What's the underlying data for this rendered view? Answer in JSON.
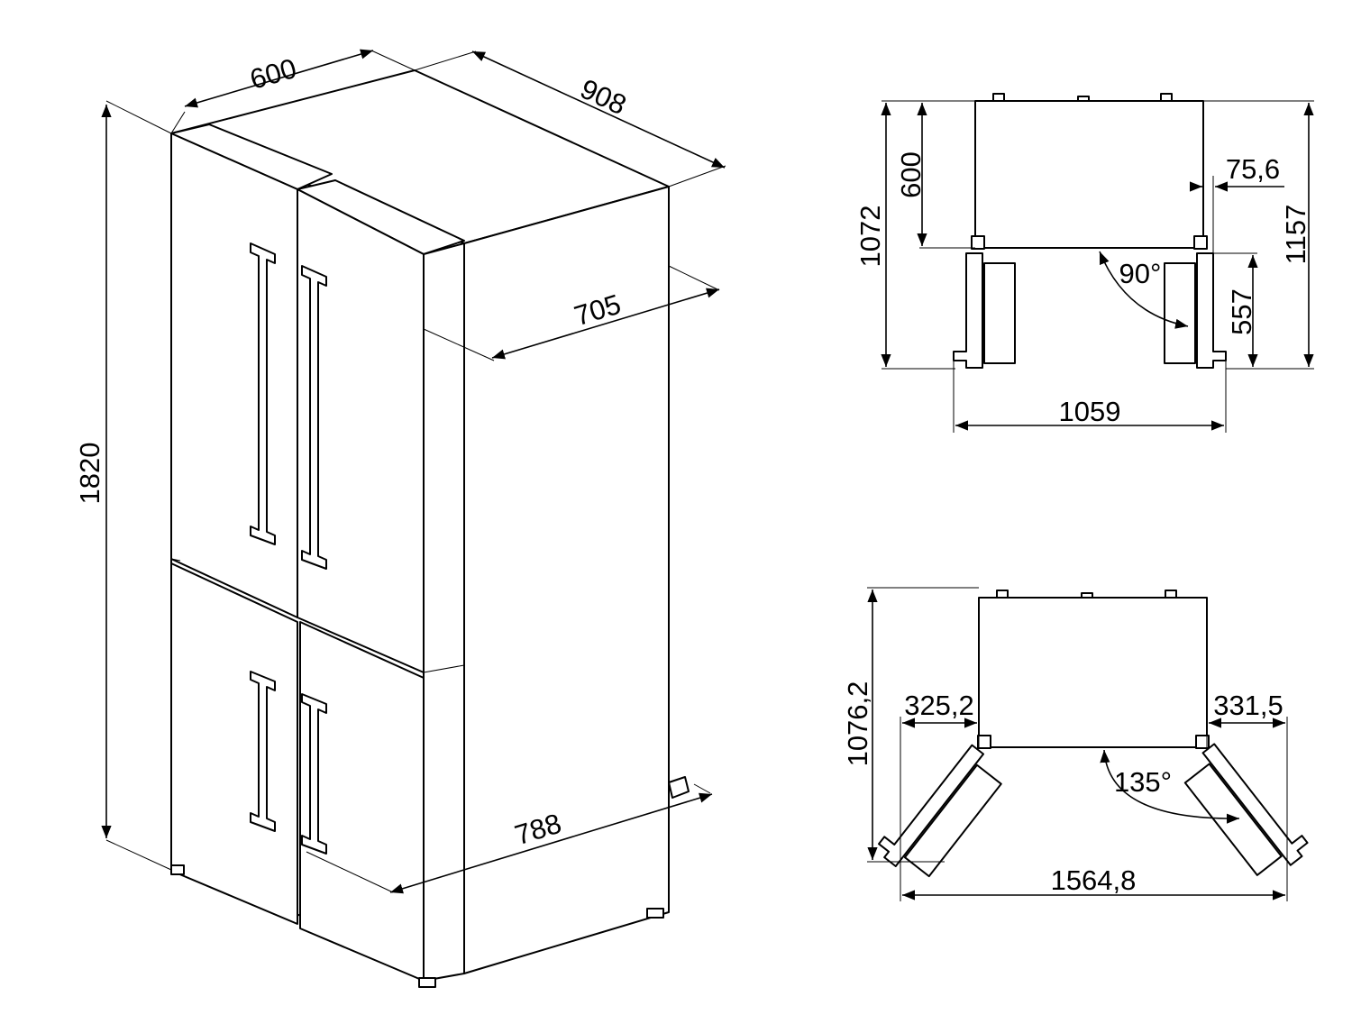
{
  "colors": {
    "line": "#000000",
    "background": "#ffffff"
  },
  "perspective_view": {
    "width": "600",
    "depth_total": "908",
    "depth_cabinet": "705",
    "depth_with_doors": "788",
    "height": "1820"
  },
  "top_view_90": {
    "depth_total": "1072",
    "depth_cabinet": "600",
    "hinge_offset": "75,6",
    "door_open_angle": "90°",
    "door_depth": "557",
    "total_depth_open": "1157",
    "width_open": "1059"
  },
  "top_view_135": {
    "depth_total": "1076,2",
    "left_door_protrusion": "325,2",
    "right_door_protrusion": "331,5",
    "door_open_angle": "135°",
    "width_open": "1564,8"
  }
}
